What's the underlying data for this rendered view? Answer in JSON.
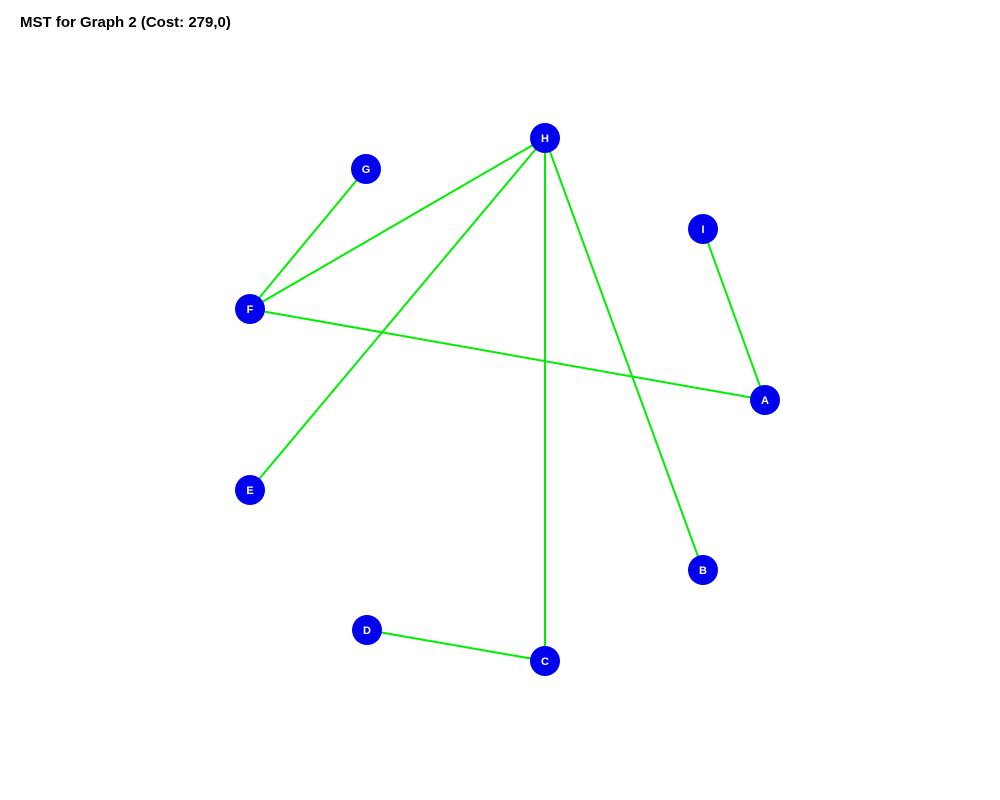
{
  "title": "MST for Graph 2 (Cost: 279,0)",
  "colors": {
    "node_fill": "#0000EE",
    "node_label": "#FFFFFF",
    "edge": "#00EE00",
    "background": "#FFFFFF"
  },
  "nodes": [
    {
      "id": "A",
      "label": "A"
    },
    {
      "id": "B",
      "label": "B"
    },
    {
      "id": "C",
      "label": "C"
    },
    {
      "id": "D",
      "label": "D"
    },
    {
      "id": "E",
      "label": "E"
    },
    {
      "id": "F",
      "label": "F"
    },
    {
      "id": "G",
      "label": "G"
    },
    {
      "id": "H",
      "label": "H"
    },
    {
      "id": "I",
      "label": "I"
    }
  ],
  "edges": [
    {
      "from": "H",
      "to": "F"
    },
    {
      "from": "H",
      "to": "E"
    },
    {
      "from": "H",
      "to": "C"
    },
    {
      "from": "H",
      "to": "B"
    },
    {
      "from": "G",
      "to": "F"
    },
    {
      "from": "F",
      "to": "A"
    },
    {
      "from": "I",
      "to": "A"
    },
    {
      "from": "D",
      "to": "C"
    }
  ]
}
